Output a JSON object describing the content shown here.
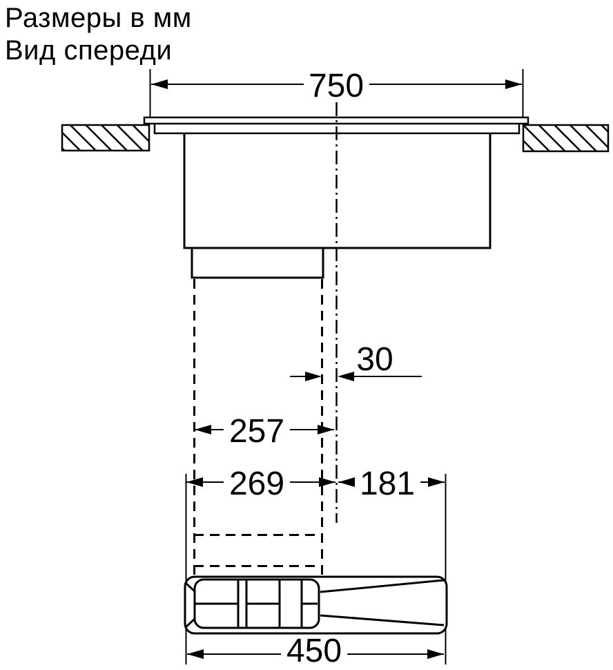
{
  "header": {
    "units_label": "Размеры в мм",
    "view_label": "Вид спереди"
  },
  "dimensions": {
    "overall_width": "750",
    "offset_from_center": "30",
    "duct_cutout_width": "257",
    "left_of_center": "269",
    "right_of_center": "181",
    "flat_duct_width": "450"
  },
  "colors": {
    "line": "#000000",
    "background": "#ffffff"
  }
}
